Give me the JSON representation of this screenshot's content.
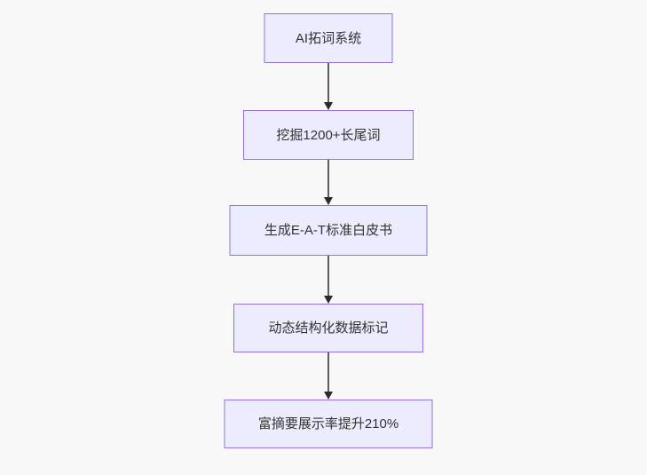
{
  "canvas": {
    "background_color": "#f8f8f8"
  },
  "flowchart": {
    "type": "vertical-flowchart",
    "node_fill_color": "#ECECFF",
    "node_border_color": "#9370DB",
    "node_text_color": "#333333",
    "arrow_color": "#333333",
    "nodes": [
      {
        "label": "AI拓词系统"
      },
      {
        "label": "挖掘1200+长尾词"
      },
      {
        "label": "生成E-A-T标准白皮书"
      },
      {
        "label": "动态结构化数据标记"
      },
      {
        "label": "富摘要展示率提升210%"
      }
    ],
    "edges": [
      {
        "from": "AI拓词系统",
        "to": "挖掘1200+长尾词"
      },
      {
        "from": "挖掘1200+长尾词",
        "to": "生成E-A-T标准白皮书"
      },
      {
        "from": "生成E-A-T标准白皮书",
        "to": "动态结构化数据标记"
      },
      {
        "from": "动态结构化数据标记",
        "to": "富摘要展示率提升210%"
      }
    ]
  }
}
